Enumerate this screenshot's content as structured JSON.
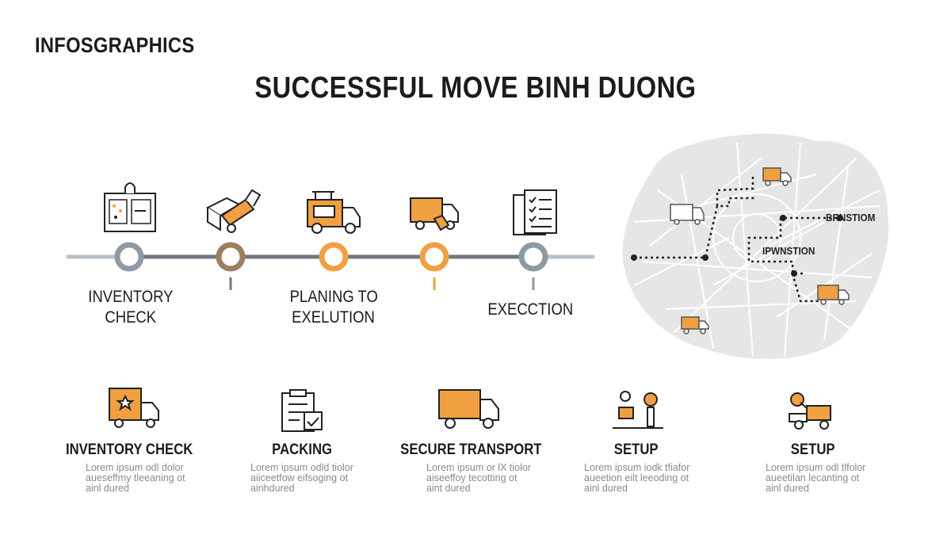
{
  "header": {
    "brand": "INFOSGRAPHICS",
    "title": "SUCCESSFUL MOVE BINH DUONG"
  },
  "timeline": {
    "stages": [
      {
        "label_line1": "INVENTORY",
        "label_line2": "CHECK",
        "icon": "inventory-board-icon",
        "color": "#8c9aa6"
      },
      {
        "label_line1": "",
        "label_line2": "",
        "icon": "packing-boxes-icon",
        "color": "#9c7f60"
      },
      {
        "label_line1": "PLANING TO",
        "label_line2": "EXELUTION",
        "icon": "moving-truck-icon",
        "color": "#f0a040"
      },
      {
        "label_line1": "",
        "label_line2": "",
        "icon": "truck-loading-icon",
        "color": "#f0a040"
      },
      {
        "label_line1": "EXECCTION",
        "label_line2": "",
        "icon": "checklist-icon",
        "color": "#8c9aa6"
      }
    ]
  },
  "map": {
    "labels": [
      "BRNSTIOM",
      "IPWNSTION"
    ]
  },
  "features": [
    {
      "title": "INVENTORY CHECK",
      "icon": "inventory-truck-icon",
      "desc_line1": "Lorem ipsum odl dolor",
      "desc_line2": "aueseffmy tleeaning ot",
      "desc_line3": "ainl dured"
    },
    {
      "title": "PACKING",
      "icon": "clipboard-check-icon",
      "desc_line1": "Lorem ipsum odld tiolor",
      "desc_line2": "aiiceetfow eifsoging ot",
      "desc_line3": "ainhdured"
    },
    {
      "title": "SECURE TRANSPORT",
      "icon": "transport-truck-icon",
      "desc_line1": "Lorem ipsum or lX tiolor",
      "desc_line2": "aiseeffoy tecotting ot",
      "desc_line3": "aint dured"
    },
    {
      "title": "SETUP",
      "icon": "setup-tools-icon",
      "desc_line1": "Lorem ipsum iodk tfiafor",
      "desc_line2": "aueetion eilt leeoding ot",
      "desc_line3": "ainl dured"
    },
    {
      "title": "SETUP",
      "icon": "setup-vehicle-icon",
      "desc_line1": "Lorem ipsum odl tlfolor",
      "desc_line2": "aueetilan lecanting ot",
      "desc_line3": "ainl dured"
    }
  ],
  "colors": {
    "accent": "#f0a040",
    "line": "#7f8a94",
    "map_fill": "#e6e6e6",
    "text": "#1c1c1c"
  }
}
